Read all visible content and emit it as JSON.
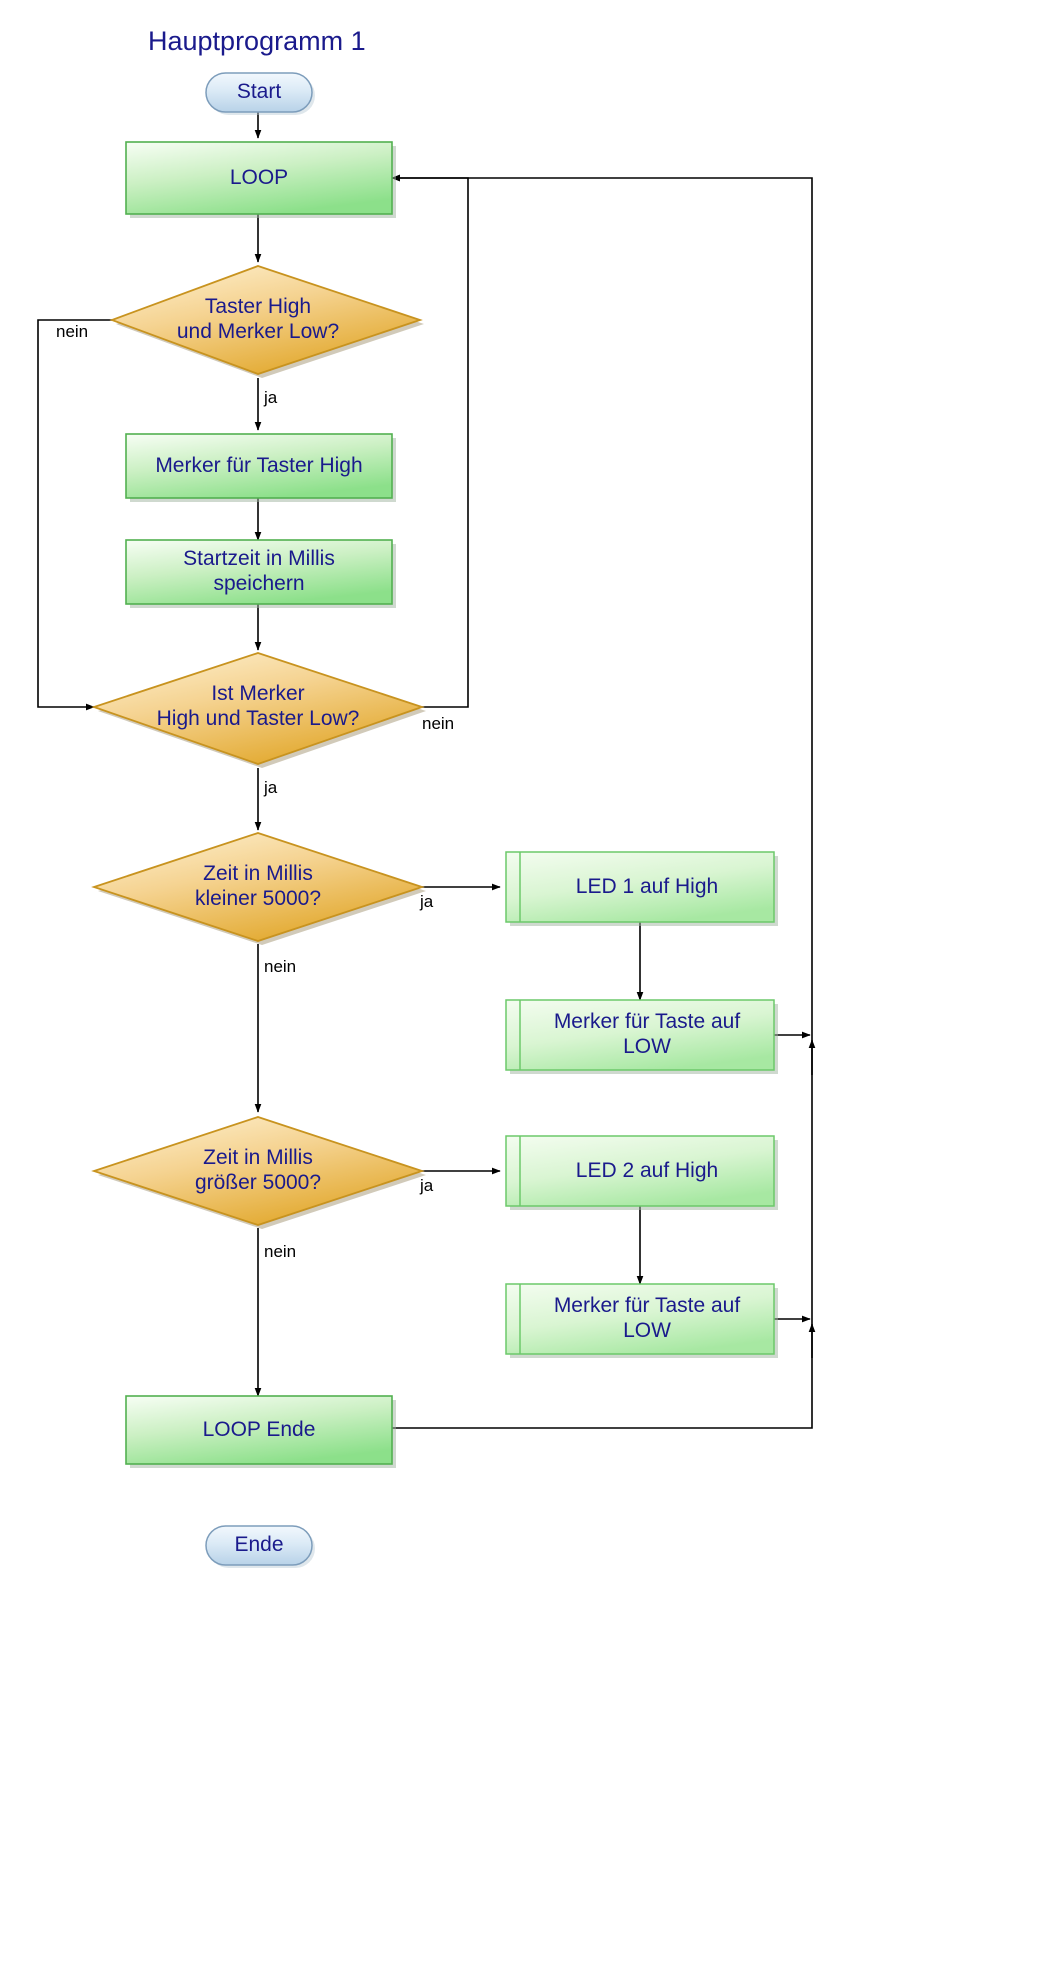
{
  "diagram": {
    "title": "Hauptprogramm 1",
    "type": "flowchart",
    "language": "de",
    "colors": {
      "title_text": "#1a1a8c",
      "node_text": "#1a1a8c",
      "terminator_fill_light": "#e8f2fb",
      "terminator_fill_dark": "#bcd6ea",
      "terminator_stroke": "#7d9dbb",
      "process_fill_light": "#e9f9e3",
      "process_fill_dark": "#8ce08a",
      "process_stroke": "#52b050",
      "decision_fill_light": "#fbe6bb",
      "decision_fill_dark": "#e3a62a",
      "decision_stroke": "#c8931f",
      "connector_stroke": "#000000",
      "background": "#ffffff"
    },
    "nodes": [
      {
        "id": "start",
        "shape": "terminator",
        "label": "Start"
      },
      {
        "id": "loop",
        "shape": "process",
        "label": "LOOP"
      },
      {
        "id": "dec1",
        "shape": "decision",
        "label": "Taster High\nund Merker Low?"
      },
      {
        "id": "merker_high",
        "shape": "process",
        "label": "Merker für Taster High"
      },
      {
        "id": "startzeit",
        "shape": "process",
        "label": "Startzeit in Millis\nspeichern"
      },
      {
        "id": "dec2",
        "shape": "decision",
        "label": "Ist Merker\nHigh und Taster Low?"
      },
      {
        "id": "dec3",
        "shape": "decision",
        "label": "Zeit in Millis\nkleiner 5000?"
      },
      {
        "id": "led1",
        "shape": "predefined-process",
        "label": "LED 1 auf High"
      },
      {
        "id": "merker_low1",
        "shape": "predefined-process",
        "label": "Merker für Taste auf\nLOW"
      },
      {
        "id": "dec4",
        "shape": "decision",
        "label": "Zeit in Millis\ngrößer 5000?"
      },
      {
        "id": "led2",
        "shape": "predefined-process",
        "label": "LED 2 auf High"
      },
      {
        "id": "merker_low2",
        "shape": "predefined-process",
        "label": "Merker für Taste auf\nLOW"
      },
      {
        "id": "loop_ende",
        "shape": "process",
        "label": "LOOP Ende"
      },
      {
        "id": "ende",
        "shape": "terminator",
        "label": "Ende"
      }
    ],
    "edge_labels": [
      {
        "id": "dec1_nein",
        "text": "nein"
      },
      {
        "id": "dec1_ja",
        "text": "ja"
      },
      {
        "id": "dec2_nein",
        "text": "nein"
      },
      {
        "id": "dec2_ja",
        "text": "ja"
      },
      {
        "id": "dec3_ja",
        "text": "ja"
      },
      {
        "id": "dec3_nein",
        "text": "nein"
      },
      {
        "id": "dec4_ja",
        "text": "ja"
      },
      {
        "id": "dec4_nein",
        "text": "nein"
      }
    ]
  }
}
